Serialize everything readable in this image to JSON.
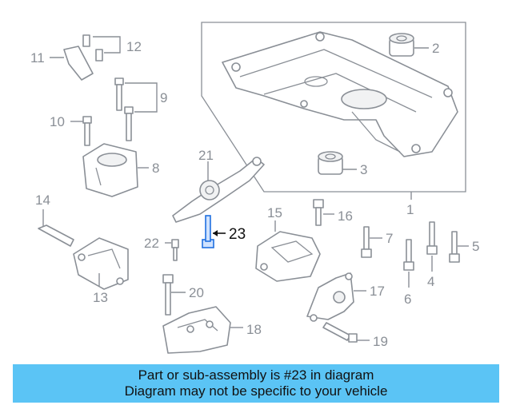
{
  "banner": {
    "line1": "Part or sub-assembly is #23 in diagram",
    "line2": "Diagram may not be specific to your vehicle",
    "color": "#5bc4f5"
  },
  "highlight": {
    "part_number": "23",
    "color": "#1f6fe0"
  },
  "callouts": [
    "1",
    "2",
    "3",
    "4",
    "5",
    "6",
    "7",
    "8",
    "9",
    "10",
    "11",
    "12",
    "13",
    "14",
    "15",
    "16",
    "17",
    "18",
    "19",
    "20",
    "21",
    "22",
    "23"
  ]
}
